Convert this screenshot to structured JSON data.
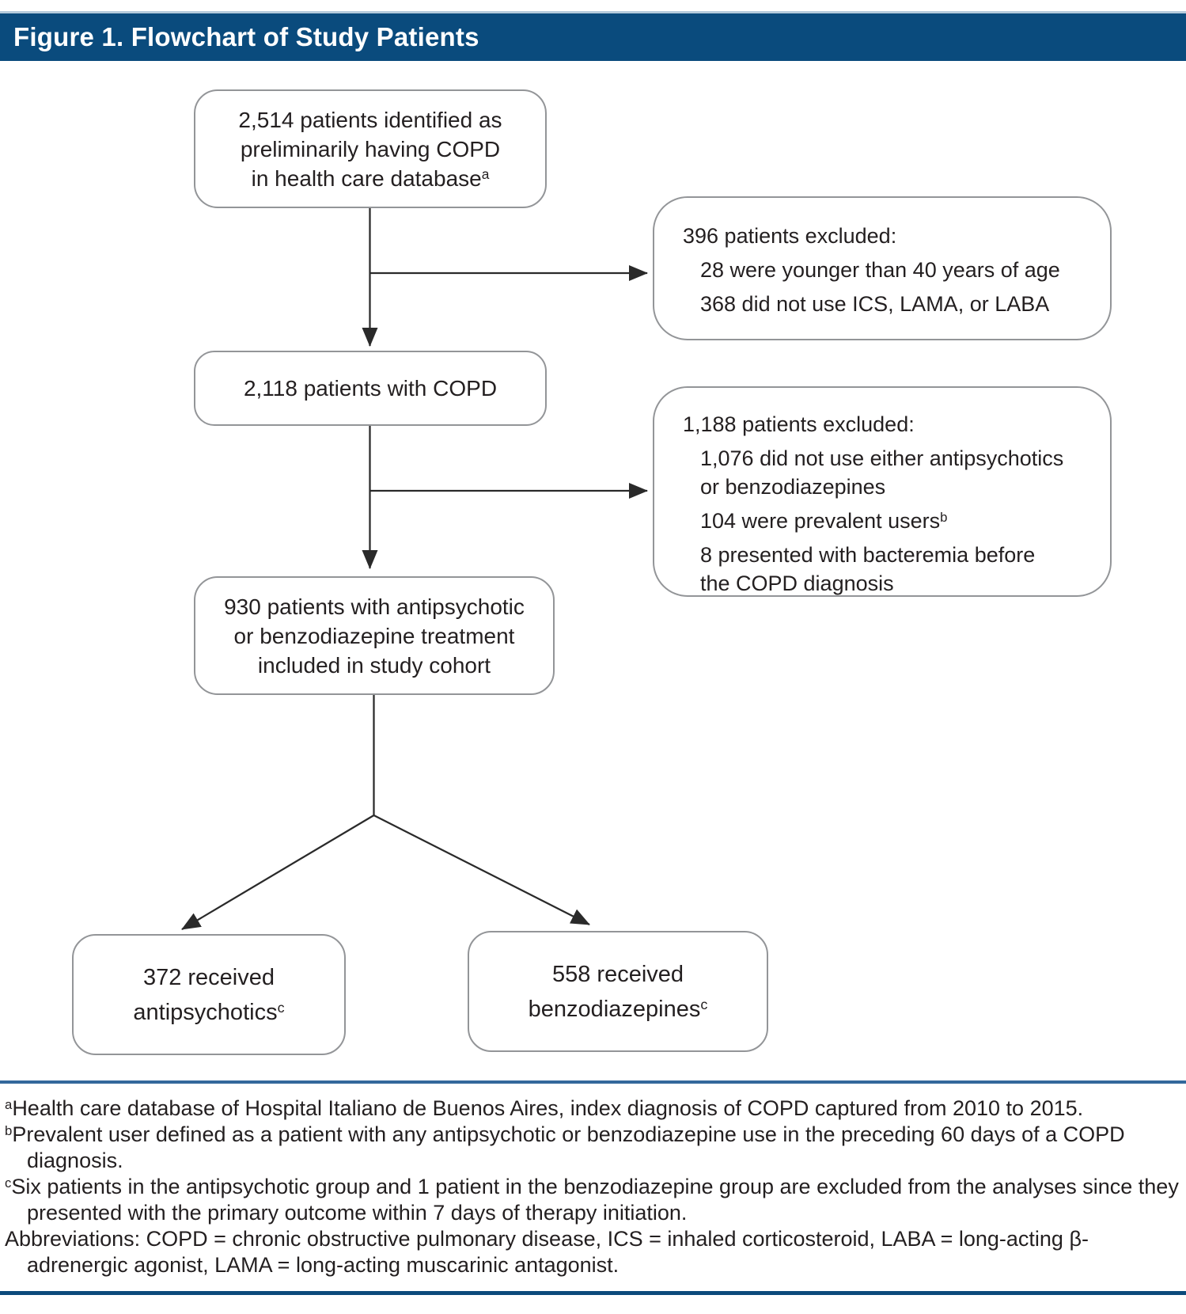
{
  "header": {
    "title": "Figure 1. Flowchart of Study Patients"
  },
  "colors": {
    "header_bg": "#0a4b7d",
    "header_top_edge": "#b6cbdc",
    "rule_top": "#33689b",
    "rule_bottom": "#0c4a7b",
    "box_border": "#939598",
    "connector": "#2a2a2a",
    "text": "#231f20"
  },
  "flowchart": {
    "box_identified": {
      "text": "2,514 patients identified as\npreliminarily having COPD\nin health care database",
      "sup": "a"
    },
    "excl_first": {
      "title": "396 patients excluded:",
      "items": [
        {
          "text": "28 were younger than 40 years of age",
          "sup": ""
        },
        {
          "text": "368 did not use ICS, LAMA, or LABA",
          "sup": ""
        }
      ]
    },
    "box_copd": {
      "text": "2,118 patients with COPD",
      "sup": ""
    },
    "excl_second": {
      "title": "1,188 patients excluded:",
      "items": [
        {
          "text": "1,076 did not use either antipsychotics\nor benzodiazepines",
          "sup": ""
        },
        {
          "text": "104 were prevalent users",
          "sup": "b"
        },
        {
          "text": "8 presented with bacteremia before\nthe COPD diagnosis",
          "sup": ""
        }
      ]
    },
    "box_cohort": {
      "text": "930 patients with antipsychotic\nor benzodiazepine treatment\nincluded in study cohort",
      "sup": ""
    },
    "box_antipsychotics": {
      "text": "372 received\nantipsychotics",
      "sup": "c"
    },
    "box_benzodiazepines": {
      "text": "558 received\nbenzodiazepines",
      "sup": "c"
    }
  },
  "footnotes": [
    {
      "sup": "a",
      "text": "Health care database of Hospital Italiano de Buenos Aires, index diagnosis of COPD captured from 2010 to 2015."
    },
    {
      "sup": "b",
      "text": "Prevalent user defined as a patient with any antipsychotic or benzodiazepine use in the preceding 60 days of a COPD diagnosis."
    },
    {
      "sup": "c",
      "text": "Six patients in the antipsychotic group and 1 patient in the benzodiazepine group are excluded from the analyses since they presented with the primary outcome within 7 days of therapy initiation."
    },
    {
      "sup": "",
      "text": "Abbreviations: COPD = chronic obstructive pulmonary disease, ICS = inhaled corticosteroid, LABA = long-acting β-adrenergic agonist, LAMA = long-acting muscarinic antagonist."
    }
  ]
}
